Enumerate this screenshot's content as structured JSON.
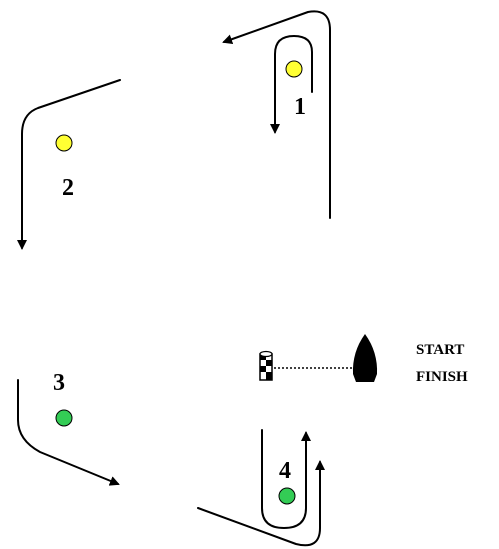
{
  "course": {
    "marks": [
      {
        "id": "mark-1",
        "number": "1",
        "color": "#ffff33"
      },
      {
        "id": "mark-2",
        "number": "2",
        "color": "#ffff33"
      },
      {
        "id": "mark-3",
        "number": "3",
        "color": "#33cc55"
      },
      {
        "id": "mark-4",
        "number": "4",
        "color": "#33cc55"
      }
    ],
    "start_finish": {
      "line1": "START",
      "line2": "FINISH"
    }
  }
}
